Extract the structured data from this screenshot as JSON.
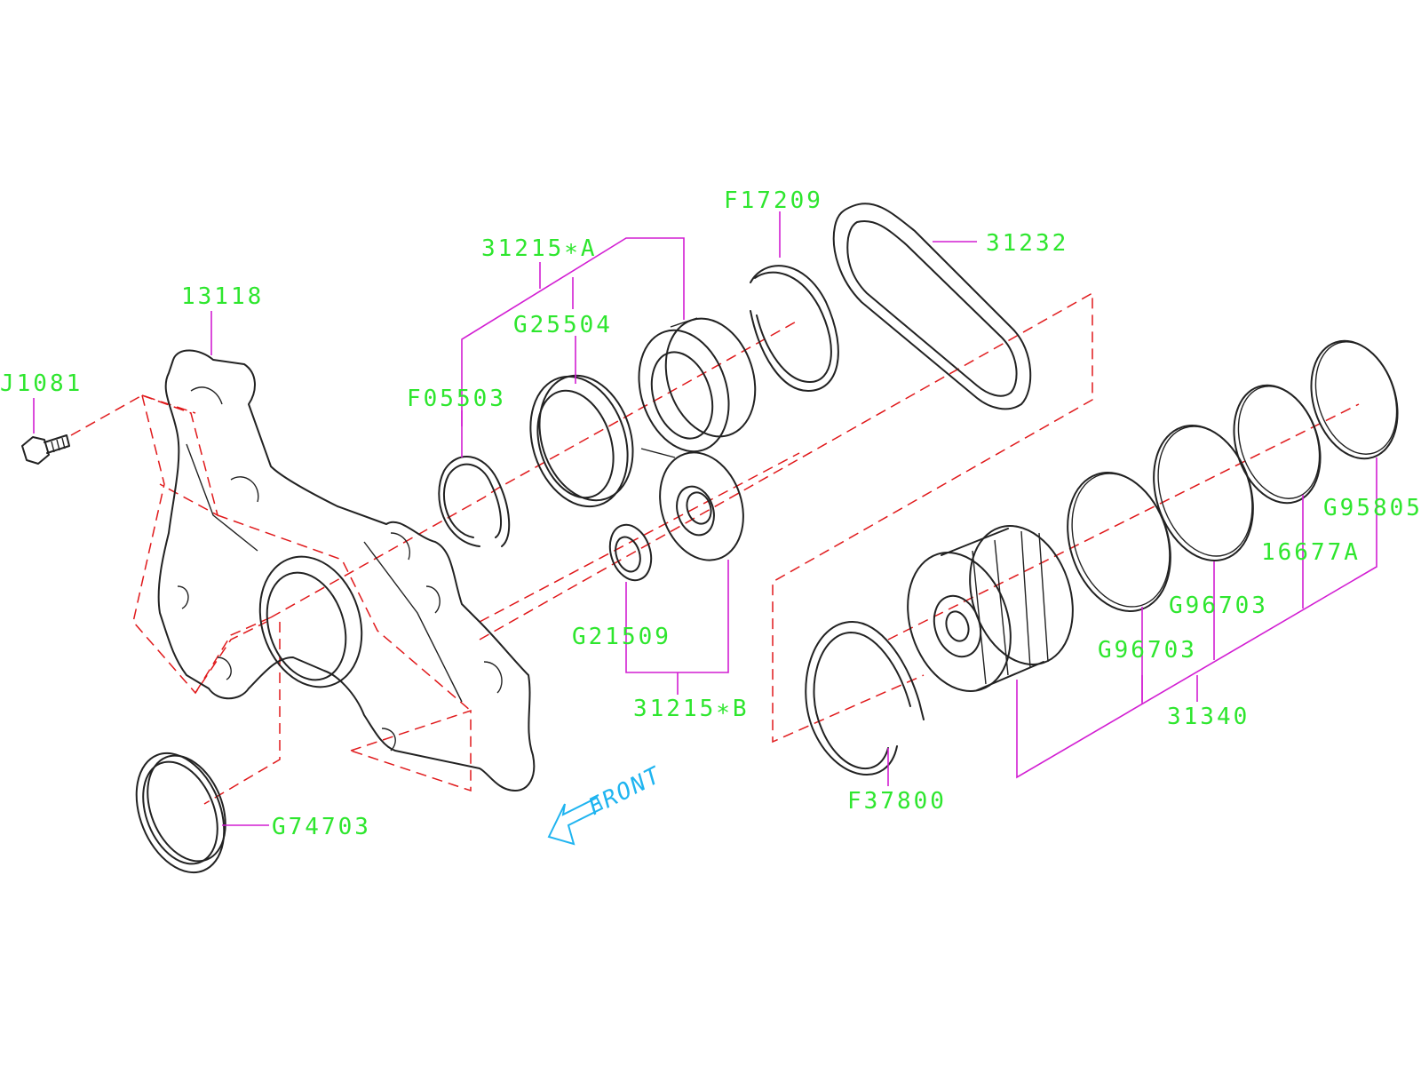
{
  "parts": [
    {
      "id": "j1081",
      "label": "J1081"
    },
    {
      "id": "13118",
      "label": "13118"
    },
    {
      "id": "31215a",
      "label": "31215∗A"
    },
    {
      "id": "g25504",
      "label": "G25504"
    },
    {
      "id": "f05503",
      "label": "F05503"
    },
    {
      "id": "f17209",
      "label": "F17209"
    },
    {
      "id": "31232",
      "label": "31232"
    },
    {
      "id": "g21509",
      "label": "G21509"
    },
    {
      "id": "31215b",
      "label": "31215∗B"
    },
    {
      "id": "g74703",
      "label": "G74703"
    },
    {
      "id": "g95805",
      "label": "G95805"
    },
    {
      "id": "16677a",
      "label": "16677A"
    },
    {
      "id": "g96703_a",
      "label": "G96703"
    },
    {
      "id": "g96703_b",
      "label": "G96703"
    },
    {
      "id": "31340",
      "label": "31340"
    },
    {
      "id": "f37800",
      "label": "F37800"
    }
  ],
  "front_indicator": "FRONT",
  "colors": {
    "label": "#2ee62e",
    "leader": "#d21ed2",
    "axis": "#e0191b",
    "front": "#1fb4f0",
    "part": "#222222"
  }
}
